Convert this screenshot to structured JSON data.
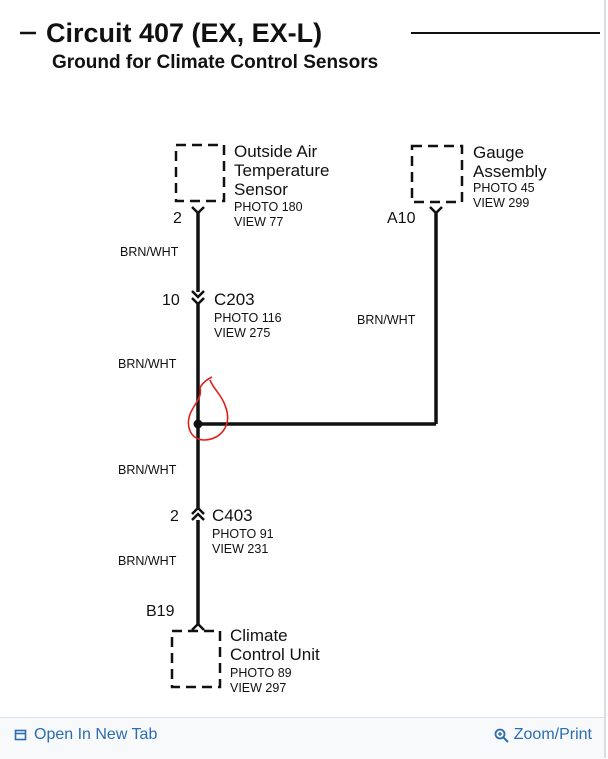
{
  "title": "Circuit 407  (EX, EX-L)",
  "subtitle": "Ground for Climate Control Sensors",
  "components": {
    "outside_air": {
      "name_line1": "Outside Air",
      "name_line2": "Temperature",
      "name_line3": "Sensor",
      "photo": "PHOTO 180",
      "view": "VIEW 77",
      "pin": "2"
    },
    "gauge": {
      "name_line1": "Gauge",
      "name_line2": "Assembly",
      "photo": "PHOTO 45",
      "view": "VIEW 299",
      "pin": "A10"
    },
    "c203": {
      "name": "C203",
      "photo": "PHOTO 116",
      "view": "VIEW 275",
      "pin": "10"
    },
    "c403": {
      "name": "C403",
      "photo": "PHOTO 91",
      "view": "VIEW 231",
      "pin": "2"
    },
    "climate_control": {
      "name_line1": "Climate",
      "name_line2": "Control Unit",
      "photo": "PHOTO 89",
      "view": "VIEW 297",
      "pin": "B19"
    }
  },
  "wire_labels": {
    "w1": "BRN/WHT",
    "w2": "BRN/WHT",
    "w3": "BRN/WHT",
    "w4": "BRN/WHT",
    "w5": "BRN/WHT"
  },
  "footer": {
    "open_new_tab": "Open In New Tab",
    "zoom_print": "Zoom/Print"
  },
  "colors": {
    "link": "#2b6cb0",
    "annotation": "#e0201b"
  }
}
